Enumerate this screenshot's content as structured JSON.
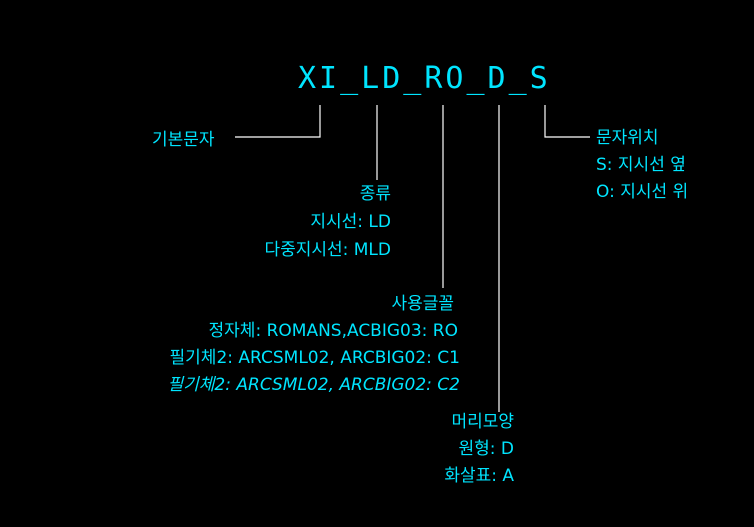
{
  "colors": {
    "background": "#000000",
    "text": "#00e5ff",
    "leader_line": "#ffffff"
  },
  "code_label": "XI_LD_RO_D_S",
  "basic_char": {
    "label": "기본문자"
  },
  "type": {
    "title": "종류",
    "items": [
      "지시선: LD",
      "다중지시선: MLD"
    ]
  },
  "font": {
    "title": "사용글꼴",
    "items": [
      "정자체: ROMANS,ACBIG03: RO",
      "필기체2: ARCSML02, ARCBIG02: C1",
      "필기체2: ARCSML02, ARCBIG02: C2"
    ]
  },
  "head_shape": {
    "title": "머리모양",
    "items": [
      "원형: D",
      "화살표: A"
    ]
  },
  "text_position": {
    "title": "문자위치",
    "items": [
      "S: 지시선 옆",
      "O: 지시선 위"
    ]
  }
}
